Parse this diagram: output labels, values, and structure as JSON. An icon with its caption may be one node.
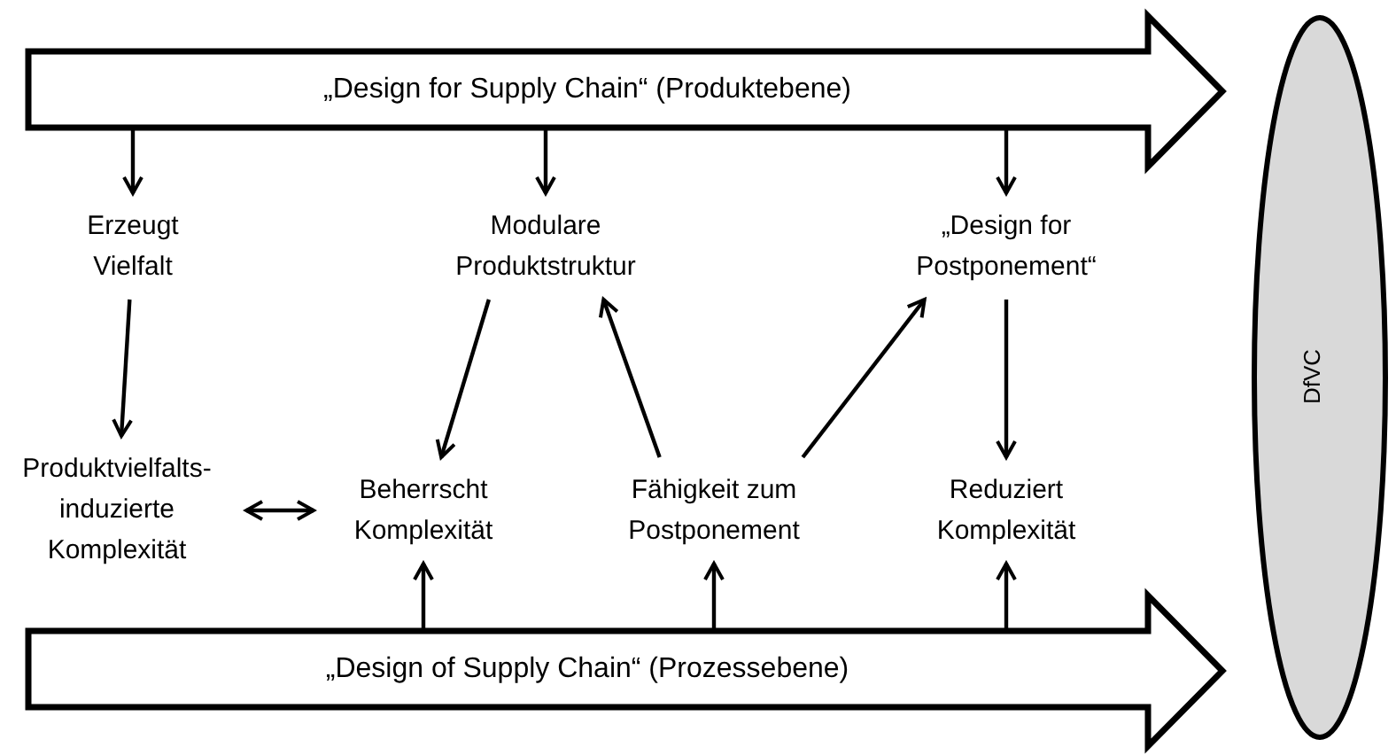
{
  "diagram": {
    "nodes": [
      {
        "text": [
          "„Design for Supply Chain“ (Produktebene)"
        ]
      },
      {
        "text": [
          "Erzeugt Vielfalt"
        ]
      },
      {
        "text": [
          "Modulare Produktstruktur"
        ]
      },
      {
        "text": [
          "„Design for Postponement“"
        ]
      },
      {
        "text": [
          "Produktvielfalts- induzierte Komplexität"
        ]
      },
      {
        "text": [
          "Beherrscht Komplexität"
        ]
      },
      {
        "text": [
          "Fähigkeit zum Postponement"
        ]
      },
      {
        "text": [
          "Reduziert Komplexität"
        ]
      },
      {
        "text": [
          "„Design of Supply Chain“ (Prozessebene)"
        ]
      },
      {
        "text": [
          "DfVC"
        ]
      }
    ],
    "edges": [
      {
        "from": 0,
        "to": 1,
        "arrow": "to"
      },
      {
        "from": 0,
        "to": 2,
        "arrow": "to"
      },
      {
        "from": 0,
        "to": 3,
        "arrow": "to"
      },
      {
        "from": 1,
        "to": 4,
        "arrow": "to"
      },
      {
        "from": 4,
        "to": 5,
        "arrow": "both"
      },
      {
        "from": 2,
        "to": 5,
        "arrow": "to"
      },
      {
        "from": 6,
        "to": 2,
        "arrow": "to"
      },
      {
        "from": 6,
        "to": 3,
        "arrow": "to"
      },
      {
        "from": 3,
        "to": 7,
        "arrow": "to"
      },
      {
        "from": 8,
        "to": 5,
        "arrow": "to"
      },
      {
        "from": 8,
        "to": 6,
        "arrow": "to"
      },
      {
        "from": 8,
        "to": 7,
        "arrow": "to"
      }
    ]
  }
}
